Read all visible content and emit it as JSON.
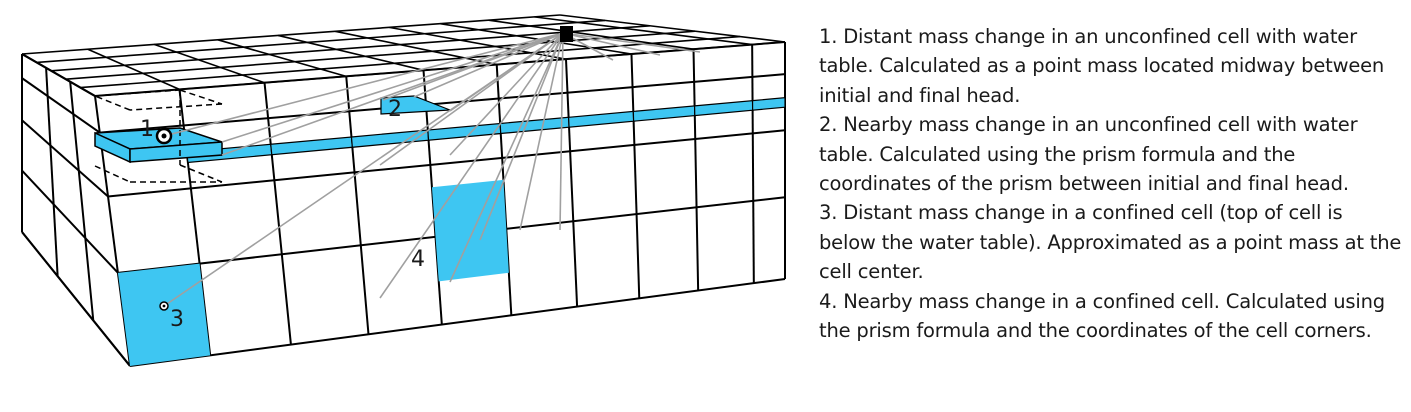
{
  "diagram": {
    "colors": {
      "water": "#3ec6f2",
      "grid_line": "#000000",
      "ray_line": "#9a9a9a",
      "background": "#ffffff"
    },
    "markers": [
      {
        "id": "1",
        "label": "1"
      },
      {
        "id": "2",
        "label": "2"
      },
      {
        "id": "3",
        "label": "3"
      },
      {
        "id": "4",
        "label": "4"
      }
    ],
    "observation_point_icon": "black-square-icon"
  },
  "legend": {
    "items": [
      "1. Distant mass change in an unconfined cell with water table. Calculated as a point mass located midway between initial and final head.",
      "2. Nearby mass change in an unconfined cell with water table. Calculated using the prism formula and the coordinates of the prism between initial and final head.",
      "3. Distant mass change in a confined cell (top of cell is below the water table). Approximated as a point mass at the cell center.",
      "4. Nearby mass change in a confined cell. Calculated using the prism formula and the coordinates of the cell corners."
    ]
  }
}
